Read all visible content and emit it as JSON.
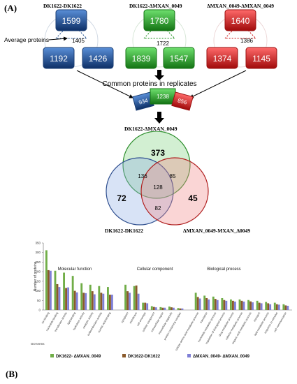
{
  "panel_a_label": "(A)",
  "panel_b_label": "(B)",
  "replicates": [
    {
      "title": "DK1622-DK1622",
      "top": "1599",
      "left": "1192",
      "right": "1426",
      "center": "1405",
      "color": "#1a4a8c",
      "color_light": "#4a7fc8"
    },
    {
      "title": "DK1622-ΔMXAN_0049",
      "top": "1780",
      "left": "1839",
      "right": "1547",
      "center": "1722",
      "color": "#1b8f1b",
      "color_light": "#55d455"
    },
    {
      "title": "ΔMXAN_0049-ΔMXAN_0049",
      "top": "1640",
      "left": "1374",
      "right": "1145",
      "center": "1386",
      "color": "#c81414",
      "color_light": "#f05050"
    }
  ],
  "average_proteins_label": "Average proteins",
  "common_label": "Common proteins in replicates",
  "common_values": {
    "left": "934",
    "center": "1238",
    "right": "856"
  },
  "venn": {
    "top_label": "DK1622-ΔMXAN_0049",
    "left_label": "DK1622-DK1622",
    "right_label": "ΔMXAN_0049-MXAN_Δ0049",
    "green_only": "373",
    "blue_only": "72",
    "red_only": "45",
    "blue_green": "136",
    "green_red": "85",
    "all_three": "128",
    "blue_red": "82"
  },
  "chart_data": {
    "type": "bar",
    "ylabel": "Number of proteins",
    "xlabel": "GO terms",
    "ylim": [
      0,
      350
    ],
    "yticks": [
      0,
      50,
      100,
      150,
      200,
      250,
      300,
      350
    ],
    "groups": [
      {
        "name": "Molecular function",
        "start": 0,
        "end": 8
      },
      {
        "name": "Cellular component",
        "start": 9,
        "end": 16
      },
      {
        "name": "Biological process",
        "start": 17,
        "end": 27
      }
    ],
    "categories": [
      "ion binding",
      "nucleotide binding",
      "transferase activity",
      "lipid binding",
      "hydrolase activity",
      "catalytic activity",
      "oxidoreductase activity",
      "nucleic acid binding",
      "",
      "cytoplasm",
      "membrane",
      "cell envelope",
      "cellular component",
      "extracellular region",
      "intracellular organelle",
      "protein-containing complex",
      "",
      "cellular amino acid metabolic process",
      "translation",
      "nucleotide metabolic process",
      "regulation of biological process",
      "drug metabolic process",
      "cofactor metabolic process",
      "organic acid metabolic process",
      "transport",
      "lipid metabolic process",
      "response to stimulus",
      "cell communication"
    ],
    "series": [
      {
        "name": "DK1622- ΔMXAN_0049",
        "color": "#70ad47",
        "values": [
          312,
          205,
          195,
          178,
          140,
          132,
          125,
          120,
          0,
          132,
          125,
          38,
          20,
          15,
          18,
          10,
          0,
          90,
          75,
          70,
          62,
          55,
          55,
          52,
          48,
          42,
          38,
          30
        ]
      },
      {
        "name": "DK1622-DK1622",
        "color": "#8a5a2b",
        "values": [
          208,
          135,
          115,
          100,
          90,
          98,
          90,
          80,
          0,
          98,
          128,
          38,
          16,
          12,
          14,
          8,
          0,
          68,
          62,
          58,
          52,
          48,
          48,
          45,
          38,
          35,
          30,
          24
        ]
      },
      {
        "name": "ΔMXAN_0049- ΔMXAN_0049",
        "color": "#7f7fd6",
        "values": [
          205,
          120,
          118,
          92,
          88,
          82,
          85,
          80,
          0,
          90,
          85,
          35,
          14,
          12,
          12,
          8,
          0,
          60,
          55,
          52,
          48,
          44,
          44,
          40,
          35,
          30,
          28,
          22
        ]
      }
    ]
  }
}
